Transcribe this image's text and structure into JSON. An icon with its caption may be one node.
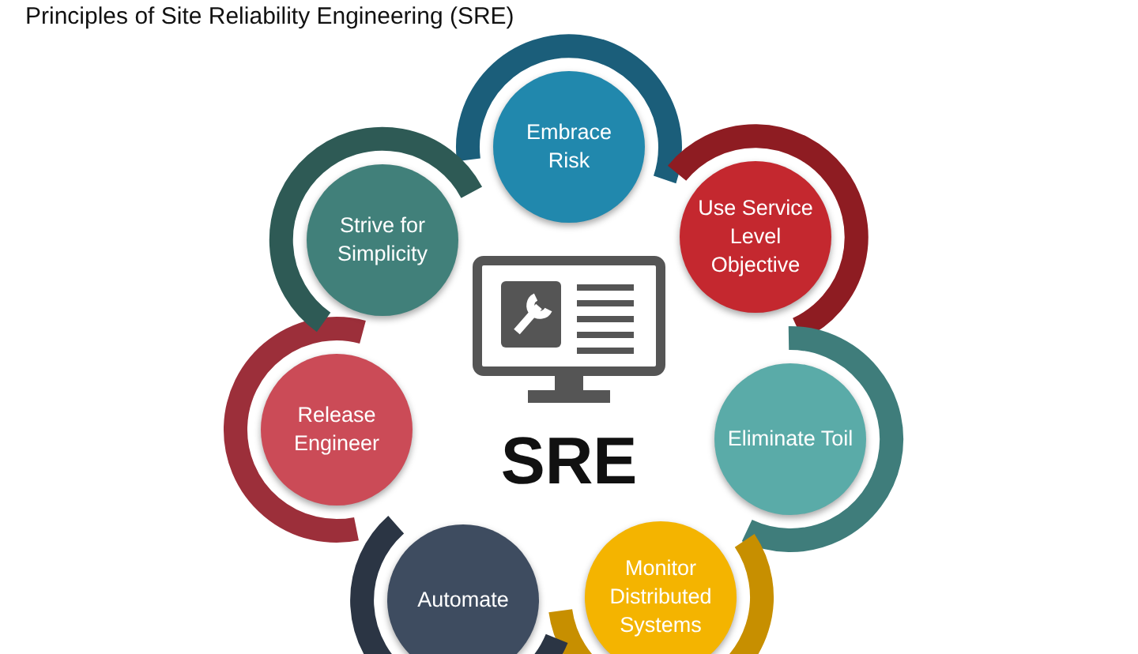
{
  "diagram": {
    "title": "Principles of Site Reliability Engineering (SRE)",
    "nodes": [
      {
        "text": [
          "SRE"
        ]
      },
      {
        "text": [
          "Embrace Risk"
        ]
      },
      {
        "text": [
          "Use Service Level Objective"
        ]
      },
      {
        "text": [
          "Eliminate Toil"
        ]
      },
      {
        "text": [
          "Monitor Distributed Systems"
        ]
      },
      {
        "text": [
          "Automate"
        ]
      },
      {
        "text": [
          "Release Engineer"
        ]
      },
      {
        "text": [
          "Strive for Simplicity"
        ]
      }
    ]
  }
}
